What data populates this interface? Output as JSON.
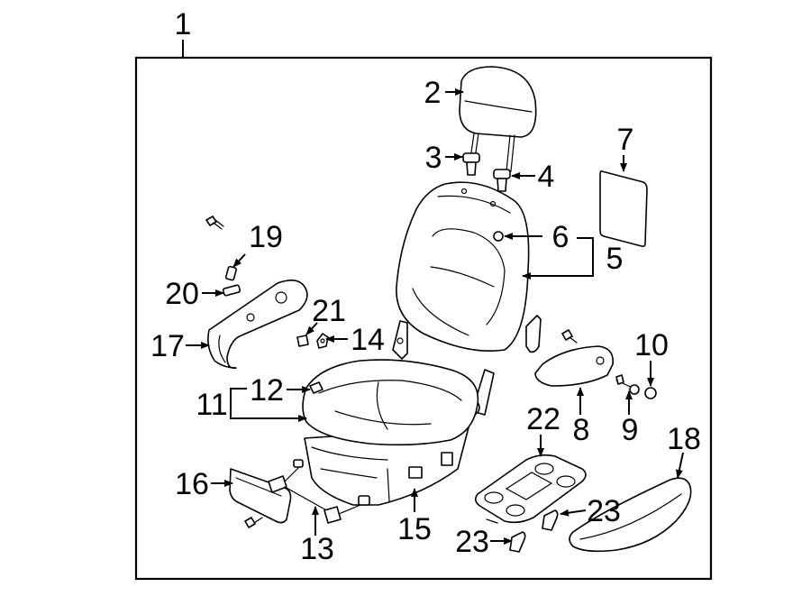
{
  "callouts": {
    "c1": "1",
    "c2": "2",
    "c3": "3",
    "c4": "4",
    "c5": "5",
    "c6": "6",
    "c7": "7",
    "c8": "8",
    "c9": "9",
    "c10": "10",
    "c11": "11",
    "c12": "12",
    "c13": "13",
    "c14": "14",
    "c15": "15",
    "c16": "16",
    "c17": "17",
    "c18": "18",
    "c19": "19",
    "c20": "20",
    "c21": "21",
    "c22": "22",
    "c23a": "23",
    "c23b": "23"
  }
}
